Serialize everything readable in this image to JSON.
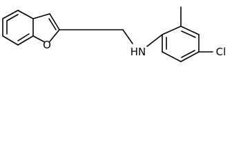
{
  "molecule": {
    "atoms": {
      "oxygen": "O",
      "amine": "HN",
      "chlorine": "Cl"
    }
  }
}
